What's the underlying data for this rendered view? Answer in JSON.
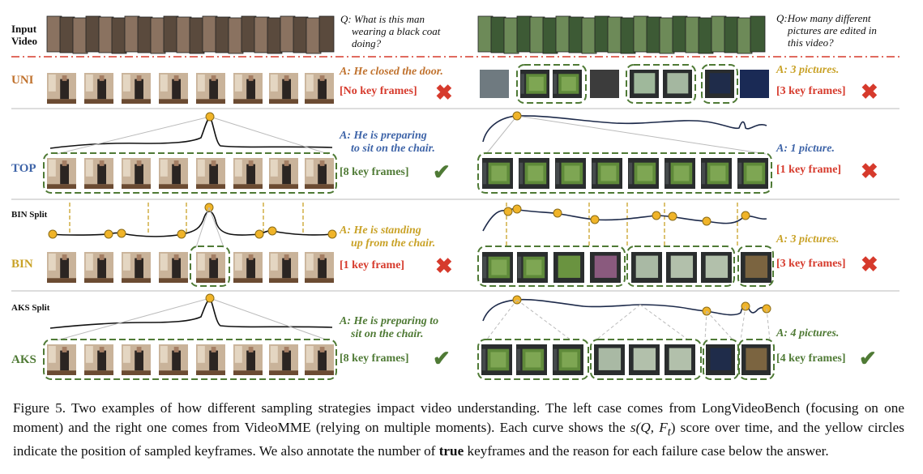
{
  "input_label": [
    "Input",
    "Video"
  ],
  "left": {
    "question": [
      "Q: What is this man",
      "wearing a black coat",
      "doing?"
    ],
    "rows": {
      "uni": {
        "label": "UNI",
        "answer": [
          "A: He closed the door."
        ],
        "keyframes": "[No key frames]",
        "result": "wrong"
      },
      "top": {
        "label": "TOP",
        "answer": [
          "A: He is preparing",
          "to sit on the chair."
        ],
        "keyframes": "[8 key frames]",
        "result": "correct"
      },
      "bin": {
        "label": "BIN",
        "split": "BIN Split",
        "answer": [
          "A: He is standing",
          "up from the chair."
        ],
        "keyframes": "[1 key frame]",
        "result": "wrong"
      },
      "aks": {
        "label": "AKS",
        "split": "AKS Split",
        "answer": [
          "A: He is preparing to",
          "sit on the chair."
        ],
        "keyframes": "[8 key frames]",
        "result": "correct"
      }
    }
  },
  "right": {
    "question": [
      "Q:How many different",
      "pictures are edited in",
      "this video?"
    ],
    "rows": {
      "uni": {
        "answer": "A: 3 pictures.",
        "keyframes": "[3 key frames]",
        "result": "wrong"
      },
      "top": {
        "answer": "A: 1 picture.",
        "keyframes": "[1 key frame]",
        "result": "wrong"
      },
      "bin": {
        "answer": "A: 3 pictures.",
        "keyframes": "[3 key frames]",
        "result": "wrong"
      },
      "aks": {
        "answer": "A: 4 pictures.",
        "keyframes": "[4 key frames]",
        "result": "correct"
      }
    }
  },
  "marks": {
    "correct": "✔",
    "wrong": "✖"
  },
  "colors": {
    "uni": "#c0722e",
    "top": "#3e64a8",
    "bin": "#c9a227",
    "aks": "#4f7a35",
    "wrong": "#d63a2c",
    "correct": "#4f7a35",
    "box": "#4f7a35",
    "dot": "#f0b429",
    "separator": "#d63a2c"
  },
  "caption": {
    "text1": "Figure 5.  Two examples of how different sampling strategies impact video understanding.  The left case comes from LongVideoBench (focusing on one moment) and the right one comes from VideoMME (relying on multiple moments). Each curve shows the ",
    "formula": "s(Q, F",
    "formula_sub": "t",
    "formula_end": ")",
    "text2": " score over time, and the yellow circles indicate the position of sampled keyframes.  We also annotate the number of ",
    "bold": "true",
    "text3": " keyframes and the reason for each failure case below the answer."
  }
}
